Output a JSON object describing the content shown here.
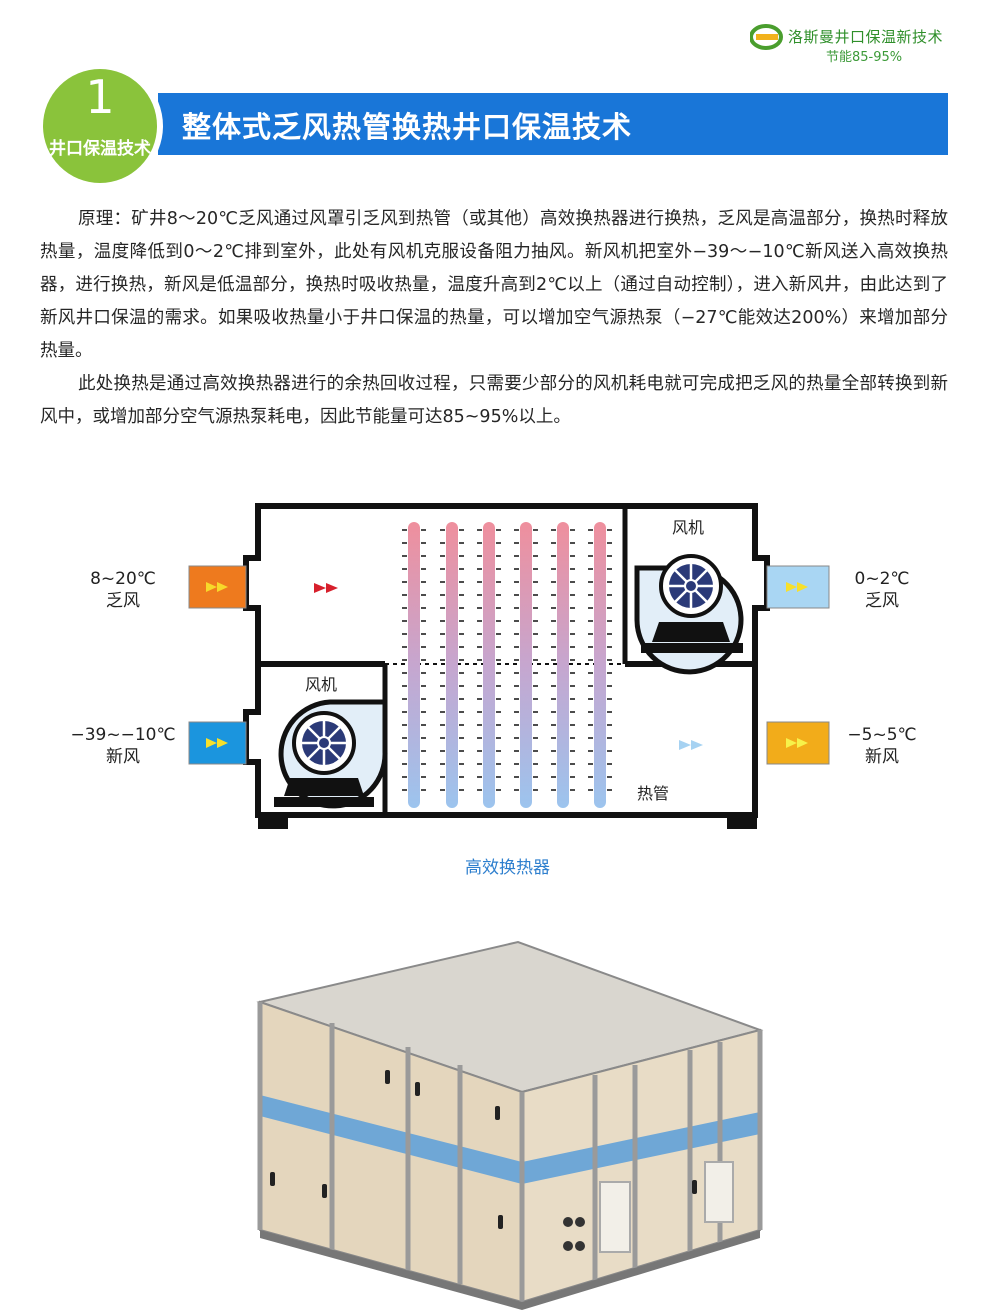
{
  "header": {
    "brand_name": "洛斯曼井口保温新技术",
    "tagline": "节能85-95%",
    "logo_icon": "brand-logo-icon"
  },
  "section": {
    "number": "1",
    "label": "井口保温技术",
    "title": "整体式乏风热管换热井口保温技术",
    "colors": {
      "banner": "#1976d8",
      "badge": "#8ac33b"
    }
  },
  "body": {
    "paragraph1": "原理：矿井8～20℃乏风通过风罩引乏风到热管（或其他）高效换热器进行换热，乏风是高温部分，换热时释放热量，温度降低到0～2℃排到室外，此处有风机克服设备阻力抽风。新风机把室外−39～−10℃新风送入高效换热器，进行换热，新风是低温部分，换热时吸收热量，温度升高到2℃以上（通过自动控制），进入新风井，由此达到了新风井口保温的需求。如果吸收热量小于井口保温的热量，可以增加空气源热泵（−27℃能效达200%）来增加部分热量。",
    "paragraph2": "此处换热是通过高效换热器进行的余热回收过程，只需要少部分的风机耗电就可完成把乏风的热量全部转换到新风中，或增加部分空气源热泵耗电，因此节能量可达85~95%以上。"
  },
  "diagram": {
    "inlet_exhaust": {
      "temp": "8~20℃",
      "name": "乏风"
    },
    "outlet_exhaust": {
      "temp": "0~2℃",
      "name": "乏风"
    },
    "inlet_fresh": {
      "temp": "−39~−10℃",
      "name": "新风"
    },
    "outlet_fresh": {
      "temp": "−5~5℃",
      "name": "新风"
    },
    "fan_label_top": "风机",
    "fan_label_bottom": "风机",
    "heat_pipe_label": "热管",
    "caption": "高效换热器",
    "colors": {
      "hot": "#ee7a1e",
      "cold": "#1b95de",
      "light_blue": "#a9d6f3",
      "warm": "#f2ac1a"
    }
  }
}
